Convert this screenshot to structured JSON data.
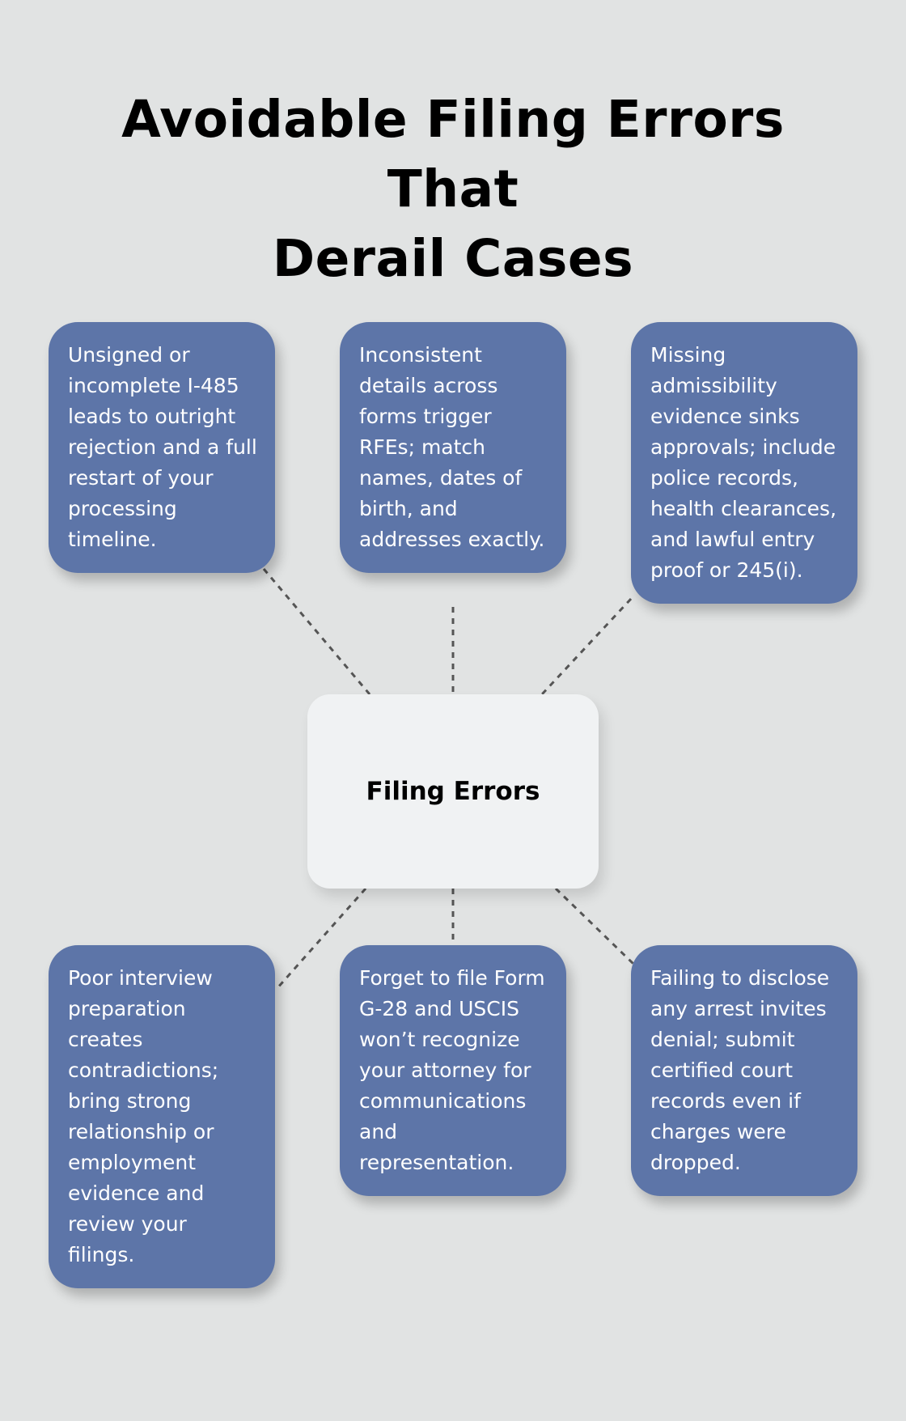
{
  "title": {
    "line1": "Avoidable Filing Errors That",
    "line2": "Derail Cases"
  },
  "hub": {
    "label": "Filing Errors"
  },
  "cards": [
    "Unsigned or incomplete I-485 leads to outright rejection and a full restart of your processing timeline.",
    "Inconsistent details across forms trigger RFEs; match names, dates of birth, and addresses exactly.",
    "Missing admissibility evidence sinks approvals; include police records, health clearances, and lawful entry proof or 245(i).",
    "Poor interview preparation creates contradictions; bring strong relationship or employment evidence and review your filings.",
    "Forget to file Form G-28 and USCIS won’t recognize your attorney for communications and representation.",
    "Failing to disclose any arrest invites denial; submit certified court records even if charges were dropped."
  ],
  "colors": {
    "background": "#e1e3e3",
    "card": "#5d75a8",
    "hub": "#f0f2f3",
    "connector": "#555555"
  }
}
